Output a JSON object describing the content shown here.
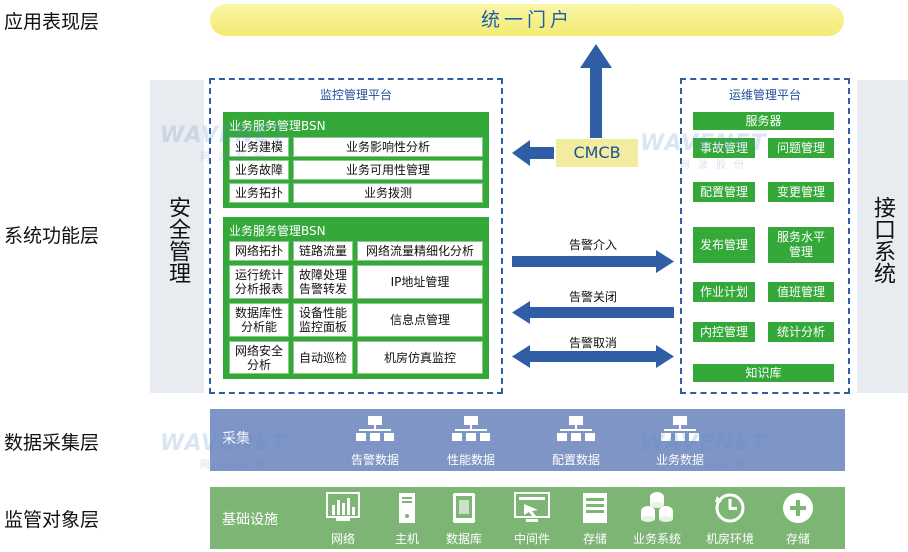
{
  "layers": {
    "app": "应用表现层",
    "func": "系统功能层",
    "data": "数据采集层",
    "obj": "监管对象层"
  },
  "portal": "统一门户",
  "security": "安全管理",
  "interface": "接口系统",
  "monitor_platform": {
    "title": "监控管理平台",
    "bsn1": {
      "title": "业务服务管理BSN",
      "rows": [
        [
          "业务建模",
          "业务影响性分析"
        ],
        [
          "业务故障",
          "业务可用性管理"
        ],
        [
          "业务拓扑",
          "业务拨测"
        ]
      ]
    },
    "bsn2": {
      "title": "业务服务管理BSN",
      "rows": [
        [
          "网络拓扑",
          "链路流量",
          "网络流量精细化分析"
        ],
        [
          "运行统计分析报表",
          "故障处理告警转发",
          "IP地址管理"
        ],
        [
          "数据库性分析能",
          "设备性能监控面板",
          "信息点管理"
        ],
        [
          "网络安全分析",
          "自动巡检",
          "机房仿真监控"
        ]
      ]
    }
  },
  "cmcb": "CMCB",
  "alerts": {
    "intervene": "告警介入",
    "close": "告警关闭",
    "cancel": "告警取消"
  },
  "ops_platform": {
    "title": "运维管理平台",
    "server": "服务器",
    "pairs": [
      [
        "事故管理",
        "问题管理"
      ],
      [
        "配置管理",
        "变更管理"
      ],
      [
        "发布管理",
        "服务水平管理"
      ],
      [
        "作业计划",
        "值班管理"
      ],
      [
        "内控管理",
        "统计分析"
      ]
    ],
    "kb": "知识库"
  },
  "collect": {
    "title": "采集",
    "items": [
      "告警数据",
      "性能数据",
      "配置数据",
      "业务数据"
    ]
  },
  "monitor_objects": {
    "title": "基础设施",
    "items": [
      {
        "label": "网络",
        "icon": "network-chart-icon"
      },
      {
        "label": "主机",
        "icon": "host-tower-icon"
      },
      {
        "label": "数据库",
        "icon": "database-tablet-icon"
      },
      {
        "label": "中间件",
        "icon": "middleware-screen-icon"
      },
      {
        "label": "存储",
        "icon": "storage-box-icon"
      },
      {
        "label": "业务系统",
        "icon": "business-disks-icon"
      },
      {
        "label": "机房环境",
        "icon": "room-clock-icon"
      },
      {
        "label": "存储",
        "icon": "plus-circle-icon"
      }
    ]
  },
  "watermark": {
    "brand": "WAVENET",
    "sub": "网波股份"
  },
  "colors": {
    "green": "#35a83a",
    "blue_arrow": "#2f5ea6",
    "collect_band": "#7f95c6",
    "monitor_band": "#7cb574",
    "portal": "#f3ea72"
  }
}
